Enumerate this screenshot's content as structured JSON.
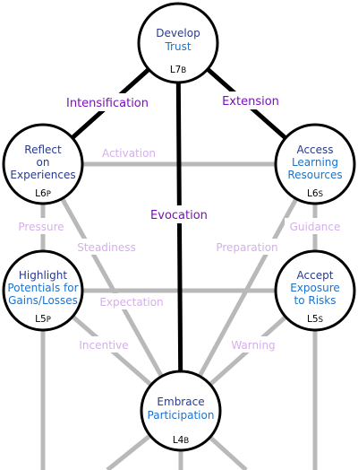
{
  "colors": {
    "strong_line": "#000000",
    "weak_line": "#b9b9b9",
    "strong_label": "#7a10b8",
    "weak_label": "#d4b0ea",
    "node_text_dark": "#2a3a8c",
    "node_text_blue": "#1f72c8"
  },
  "nodes": {
    "trust": {
      "line1": "Develop",
      "line2": "Trust",
      "code_main": "L7",
      "code_sub": "B"
    },
    "reflect": {
      "line1": "Reflect",
      "line2": "on",
      "line3": "Experiences",
      "code_main": "L6",
      "code_sub": "P"
    },
    "access": {
      "line1": "Access",
      "line2": "Learning",
      "line3": "Resources",
      "code_main": "L6",
      "code_sub": "S"
    },
    "highlight": {
      "line1": "Highlight",
      "line2": "Potentials for",
      "line3": "Gains/Losses",
      "code_main": "L5",
      "code_sub": "P"
    },
    "accept": {
      "line1": "Accept",
      "line2": "Exposure",
      "line3": "to Risks",
      "code_main": "L5",
      "code_sub": "S"
    },
    "embrace": {
      "line1": "Embrace",
      "line2": "Participation",
      "code_main": "L4",
      "code_sub": "B"
    }
  },
  "edges": {
    "intensification": "Intensification",
    "extension": "Extension",
    "evocation": "Evocation",
    "activation": "Activation",
    "pressure": "Pressure",
    "guidance": "Guidance",
    "steadiness": "Steadiness",
    "preparation": "Preparation",
    "expectation": "Expectation",
    "incentive": "Incentive",
    "warning": "Warning"
  }
}
